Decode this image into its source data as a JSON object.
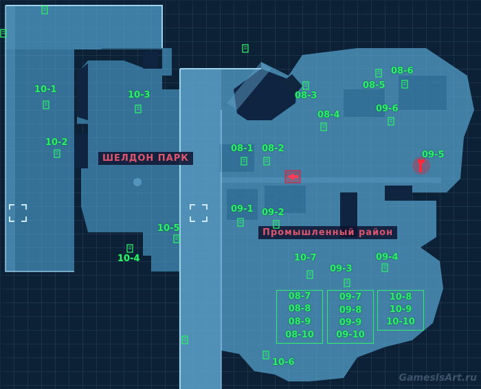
{
  "map": {
    "zones": {
      "sheldon_park": "ШЕЛДОН ПАРК",
      "industrial": "Промышленный район"
    },
    "labels": {
      "l10_1": "10-1",
      "l10_2": "10-2",
      "l10_3": "10-3",
      "l10_4": "10-4",
      "l10_5": "10-5",
      "l10_6": "10-6",
      "l10_7": "10-7",
      "l08_1": "08-1",
      "l08_2": "08-2",
      "l08_3": "08-3",
      "l08_4": "08-4",
      "l08_5": "08-5",
      "l08_6": "08-6",
      "l09_1": "09-1",
      "l09_2": "09-2",
      "l09_3": "09-3",
      "l09_4": "09-4",
      "l09_5": "09-5",
      "l09_6": "09-6"
    },
    "boxes": {
      "a": [
        "08-7",
        "08-8",
        "08-9",
        "08-10"
      ],
      "b": [
        "09-7",
        "09-8",
        "09-9",
        "09-10"
      ],
      "c": [
        "10-8",
        "10-9",
        "10-10"
      ]
    },
    "watermark": "GamesIsArt.ru",
    "colors": {
      "label": "#2ef06a",
      "zone_text": "#e0566f",
      "land": "#3f7ea6",
      "water": "#0c2036",
      "marker": "#d9213a"
    }
  }
}
